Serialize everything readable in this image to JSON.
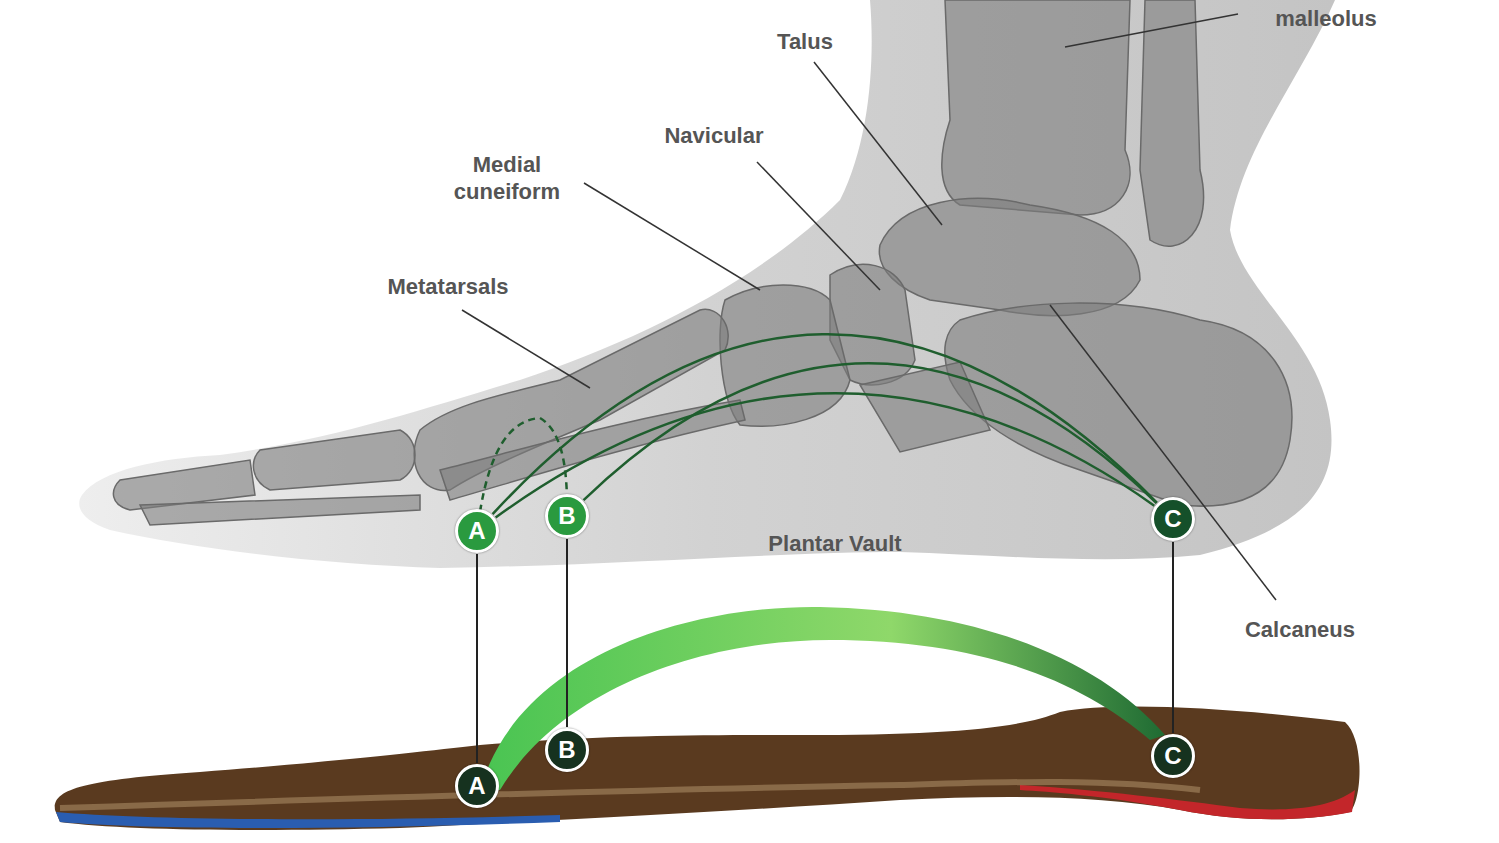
{
  "diagram": {
    "nodes": [
      {
        "text": [
          "A"
        ]
      },
      {
        "text": [
          "B"
        ]
      },
      {
        "text": [
          "C"
        ]
      },
      {
        "text": [
          "A"
        ]
      },
      {
        "text": [
          "B"
        ]
      },
      {
        "text": [
          "C"
        ]
      }
    ],
    "edges": [
      {
        "from": 0,
        "to": 3,
        "arrow": "none"
      },
      {
        "from": 1,
        "to": 4,
        "arrow": "none"
      },
      {
        "from": 2,
        "to": 5,
        "arrow": "none"
      },
      {
        "from": 0,
        "to": 2,
        "arrow": "none"
      },
      {
        "from": 1,
        "to": 2,
        "arrow": "none"
      },
      {
        "from": 0,
        "to": 2,
        "arrow": "none"
      }
    ],
    "labels": [
      "malleolus",
      "Talus",
      "Navicular",
      "Medial cuneiform",
      "Metatarsals",
      "Plantar Vault",
      "Calcaneus"
    ]
  }
}
